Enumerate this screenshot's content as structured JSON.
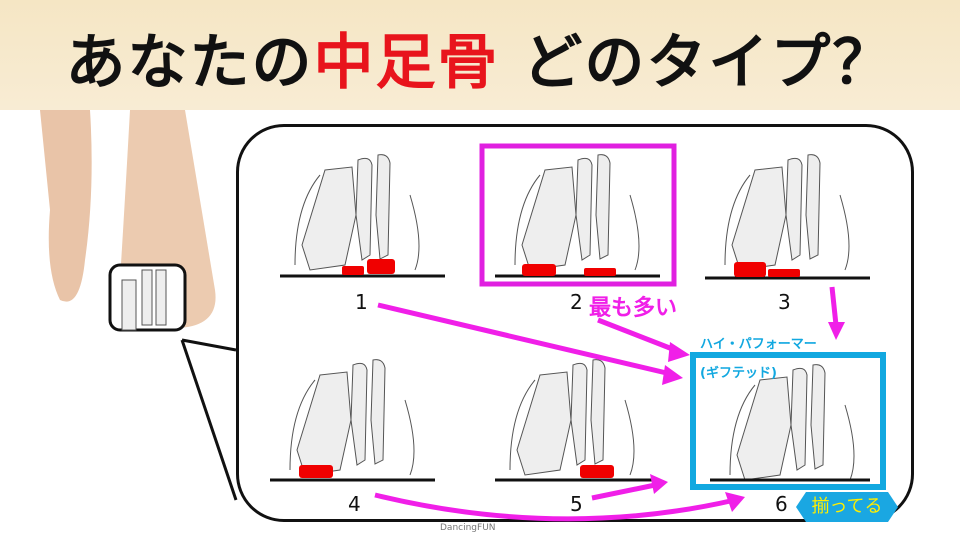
{
  "title": {
    "part1": "あなたの",
    "highlight": "中足骨",
    "part2": " どのタイプ？"
  },
  "panels": [
    {
      "label": "1"
    },
    {
      "label": "2"
    },
    {
      "label": "3"
    },
    {
      "label": "4"
    },
    {
      "label": "5"
    },
    {
      "label": "6"
    }
  ],
  "annotations": {
    "most_common": "最も多い",
    "high_performer": "ハイ・パフォーマー",
    "gifted": "(ギフテッド)",
    "aligned": "揃ってる"
  },
  "credit": "DancingFUN",
  "colors": {
    "pad": "#f00000",
    "highlight_box": "#e020e0",
    "performer_box": "#12a8e0",
    "arrow": "#f01fe8"
  }
}
